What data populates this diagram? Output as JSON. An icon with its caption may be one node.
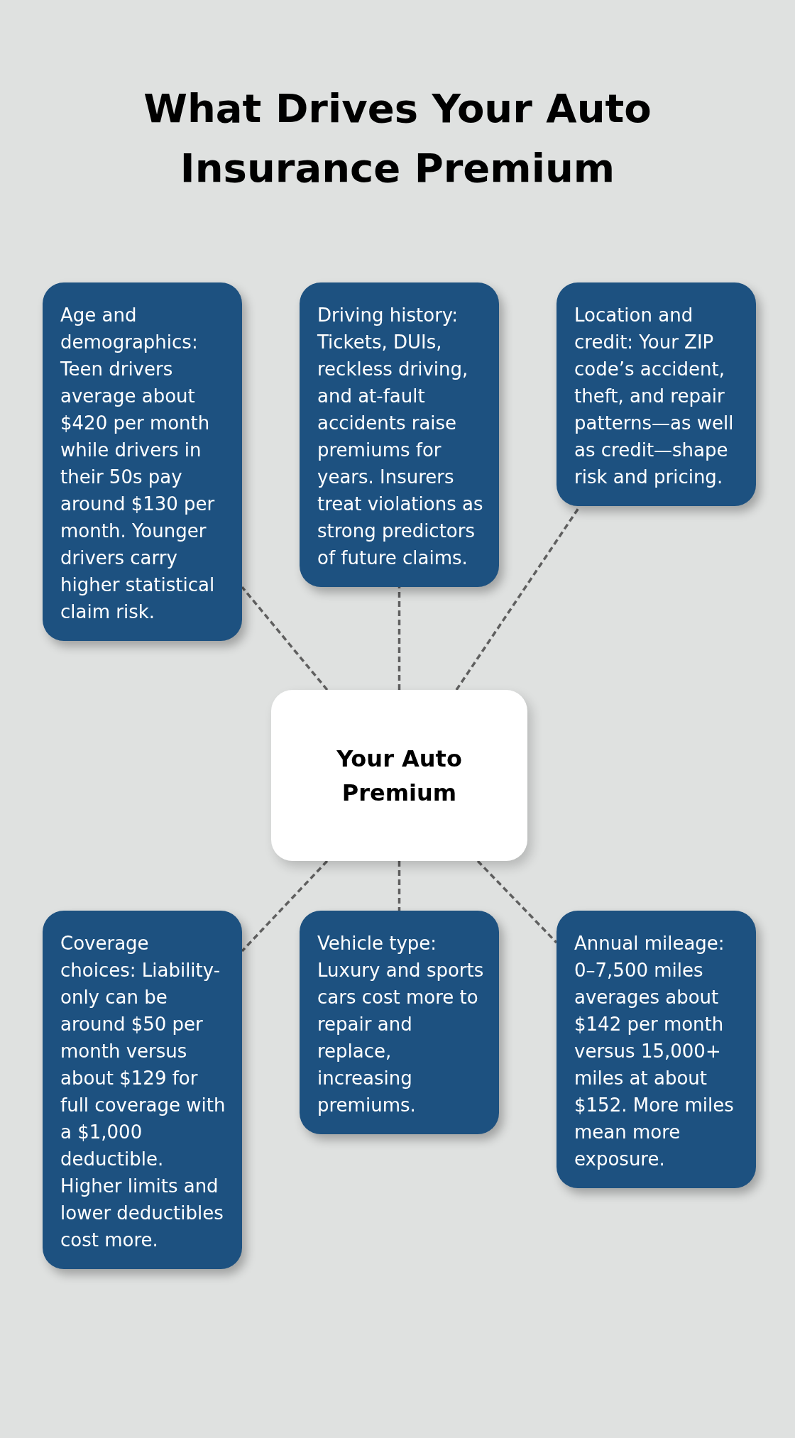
{
  "diagram": {
    "title": "What Drives Your Auto Insurance Premium",
    "nodes": [
      {
        "text": [
          "Age and demographics: Teen drivers average about $420 per month while drivers in their 50s pay around $130 per month. Younger drivers carry higher statistical claim risk."
        ]
      },
      {
        "text": [
          "Driving history: Tickets, DUIs, reckless driving, and at-fault accidents raise premiums for years. Insurers treat violations as strong predictors of future claims."
        ]
      },
      {
        "text": [
          "Location and credit: Your ZIP code’s accident, theft, and repair patterns—as well as credit—shape risk and pricing."
        ]
      },
      {
        "text": [
          "Your Auto Premium"
        ]
      },
      {
        "text": [
          "Coverage choices: Liability-only can be around $50 per month versus about $129 for full coverage with a $1,000 deductible. Higher limits and lower deductibles cost more."
        ]
      },
      {
        "text": [
          "Vehicle type: Luxury and sports cars cost more to repair and replace, increasing premiums."
        ]
      },
      {
        "text": [
          "Annual mileage: 0–7,500 miles averages about $142 per month versus 15,000+ miles at about $152. More miles mean more exposure."
        ]
      }
    ],
    "edges": [
      {
        "from": 3,
        "to": 0,
        "arrow": "none",
        "style": "dashed"
      },
      {
        "from": 3,
        "to": 1,
        "arrow": "none",
        "style": "dashed"
      },
      {
        "from": 3,
        "to": 2,
        "arrow": "none",
        "style": "dashed"
      },
      {
        "from": 3,
        "to": 4,
        "arrow": "none",
        "style": "dashed"
      },
      {
        "from": 3,
        "to": 5,
        "arrow": "none",
        "style": "dashed"
      },
      {
        "from": 3,
        "to": 6,
        "arrow": "none",
        "style": "dashed"
      }
    ]
  }
}
